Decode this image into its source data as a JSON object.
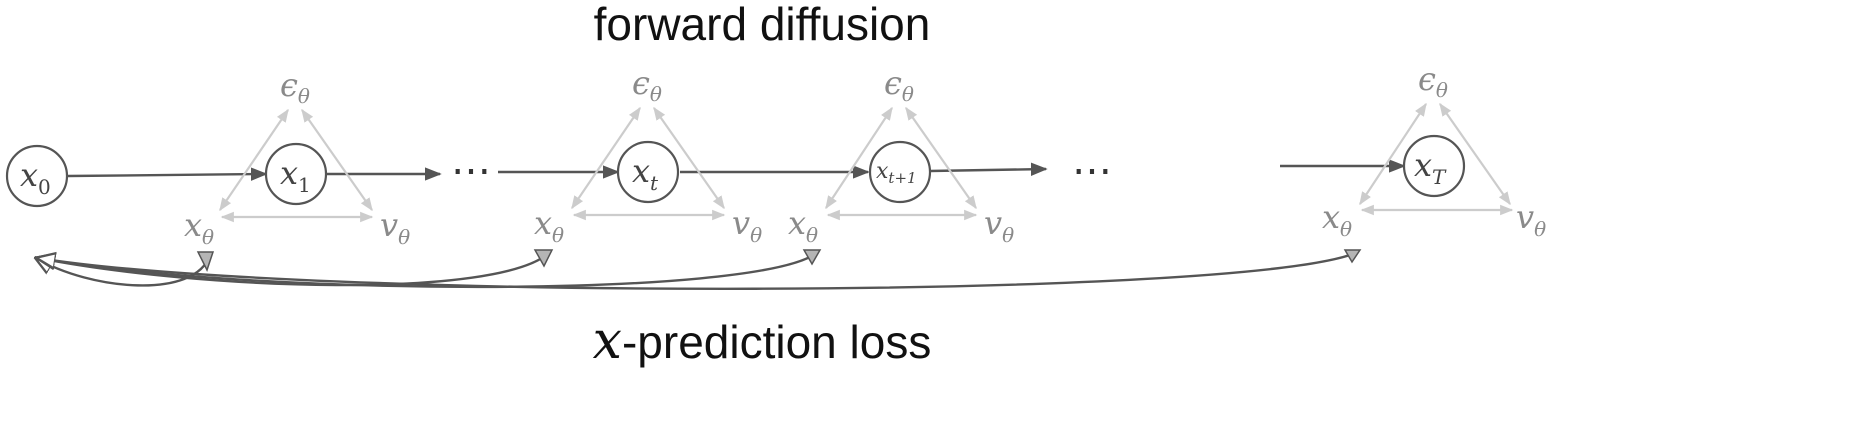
{
  "title": "forward diffusion",
  "caption": {
    "symbol": "x",
    "text": "-prediction loss"
  },
  "nodes": [
    {
      "base": "x",
      "sub": "0"
    },
    {
      "base": "x",
      "sub": "1"
    },
    {
      "base": "x",
      "sub": "t"
    },
    {
      "base": "x",
      "sub": "t+1"
    },
    {
      "base": "x",
      "sub": "T"
    }
  ],
  "ellipsis": "⋯",
  "predictions": {
    "epsilon": {
      "base": "ϵ",
      "sub": "θ"
    },
    "x": {
      "base": "x",
      "sub": "θ"
    },
    "v": {
      "base": "v",
      "sub": "θ"
    }
  },
  "colors": {
    "node_stroke": "#555555",
    "forward_arrow": "#555555",
    "triangle_arrow": "#cccccc",
    "loss_arrow": "#555555",
    "loss_fill": "#b5b5b5",
    "prediction_text": "#8a8a8a"
  }
}
